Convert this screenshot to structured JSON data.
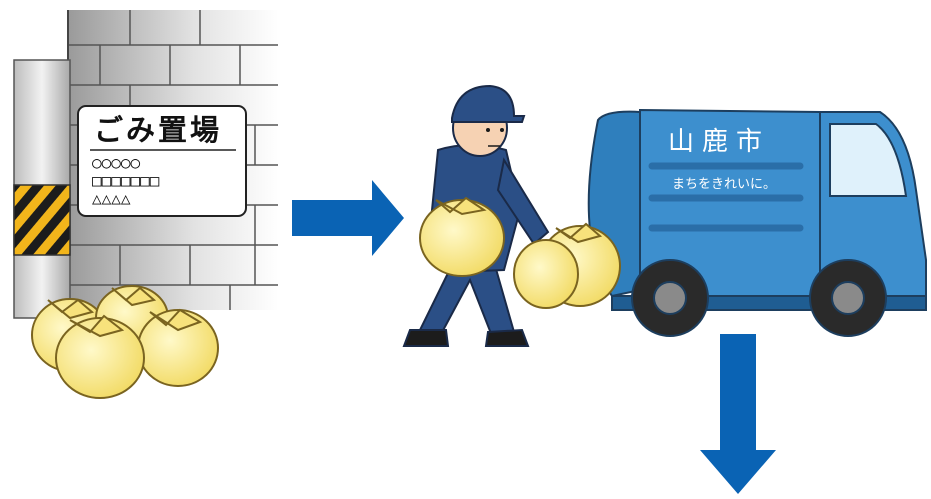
{
  "sign": {
    "title": "ごみ置場",
    "line1": "○○○○○",
    "line2": "□□□□□□□",
    "line3": "△△△△"
  },
  "truck": {
    "city_name": "山鹿市",
    "slogan": "まちをきれいに。"
  },
  "colors": {
    "arrow": "#0a63b4",
    "truck_body": "#3d8fce",
    "worker_uniform": "#2b4f86",
    "bag_yellow": "#f7e27c",
    "wall_gray": "#c9c9c9"
  }
}
